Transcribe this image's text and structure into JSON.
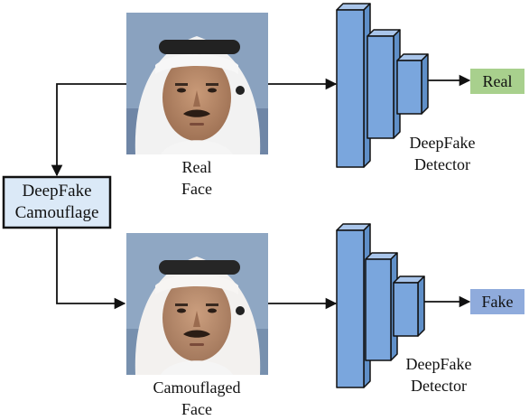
{
  "colors": {
    "detector_fill": "#7aa6dd",
    "detector_side": "#5f8fc8",
    "detector_stroke": "#111111",
    "real_output_fill": "#a8d08d",
    "fake_output_fill": "#8fabdc",
    "camouflage_box_fill": "#dbe9f7",
    "skin": "#b8896a",
    "headwear": "#f1f1f1",
    "agal": "#222222",
    "backdrop": "#7f98b8"
  },
  "icons": {
    "real_face": "face-photo-icon",
    "camouflaged_face": "face-photo-icon",
    "detector": "stacked-layers-icon"
  },
  "top": {
    "face_label_line1": "Real",
    "face_label_line2": "Face",
    "detector_label_line1": "DeepFake",
    "detector_label_line2": "Detector",
    "output_label": "Real"
  },
  "bottom": {
    "face_label_line1": "Camouflaged",
    "face_label_line2": "Face",
    "detector_label_line1": "DeepFake",
    "detector_label_line2": "Detector",
    "output_label": "Fake"
  },
  "camouflage": {
    "line1": "DeepFake",
    "line2": "Camouflage"
  }
}
